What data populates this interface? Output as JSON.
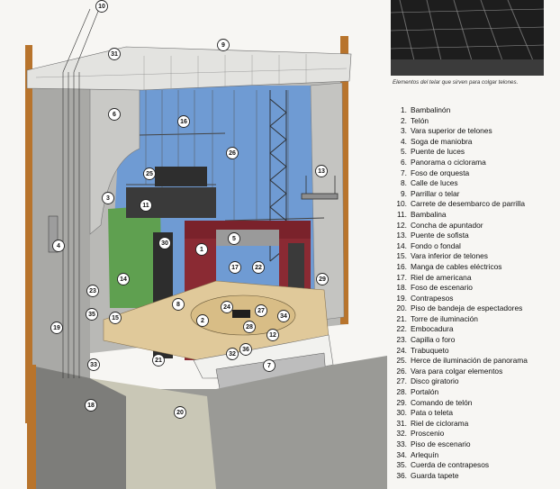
{
  "caption": "Elementos del telar que sirven para colgar telones.",
  "legend": [
    {
      "num": "1.",
      "label": "Bambalinón"
    },
    {
      "num": "2.",
      "label": "Telón"
    },
    {
      "num": "3.",
      "label": "Vara superior de telones"
    },
    {
      "num": "4.",
      "label": "Soga de maniobra"
    },
    {
      "num": "5.",
      "label": "Puente de luces"
    },
    {
      "num": "6.",
      "label": "Panorama o ciclorama"
    },
    {
      "num": "7.",
      "label": "Foso de orquesta"
    },
    {
      "num": "8.",
      "label": "Calle de luces"
    },
    {
      "num": "9.",
      "label": "Parrillar o telar"
    },
    {
      "num": "10.",
      "label": "Carrete de desembarco de parrilla"
    },
    {
      "num": "11.",
      "label": "Bambalina"
    },
    {
      "num": "12.",
      "label": "Concha de apuntador"
    },
    {
      "num": "13.",
      "label": "Puente de sofista"
    },
    {
      "num": "14.",
      "label": "Fondo o fondal"
    },
    {
      "num": "15.",
      "label": "Vara inferior de telones"
    },
    {
      "num": "16.",
      "label": "Manga de cables eléctricos"
    },
    {
      "num": "17.",
      "label": "Riel de americana"
    },
    {
      "num": "18.",
      "label": "Foso de escenario"
    },
    {
      "num": "19.",
      "label": "Contrapesos"
    },
    {
      "num": "20.",
      "label": "Piso de bandeja de espectadores"
    },
    {
      "num": "21.",
      "label": "Torre de iluminación"
    },
    {
      "num": "22.",
      "label": "Embocadura"
    },
    {
      "num": "23.",
      "label": "Capilla o foro"
    },
    {
      "num": "24.",
      "label": "Trabuqueto"
    },
    {
      "num": "25.",
      "label": "Herce de iluminación de panorama"
    },
    {
      "num": "26.",
      "label": "Vara para colgar elementos"
    },
    {
      "num": "27.",
      "label": "Disco giratorio"
    },
    {
      "num": "28.",
      "label": "Portalón"
    },
    {
      "num": "29.",
      "label": "Comando de telón"
    },
    {
      "num": "30.",
      "label": "Pata o teleta"
    },
    {
      "num": "31.",
      "label": "Riel de ciclorama"
    },
    {
      "num": "32.",
      "label": "Proscenio"
    },
    {
      "num": "33.",
      "label": "Piso de escenario"
    },
    {
      "num": "34.",
      "label": "Arlequín"
    },
    {
      "num": "35.",
      "label": "Cuerda de contrapesos"
    },
    {
      "num": "36.",
      "label": "Guarda tapete"
    }
  ],
  "callouts": [
    "10",
    "9",
    "31",
    "6",
    "16",
    "26",
    "25",
    "13",
    "3",
    "11",
    "4",
    "30",
    "1",
    "5",
    "17",
    "22",
    "14",
    "29",
    "23",
    "35",
    "15",
    "8",
    "2",
    "24",
    "27",
    "34",
    "19",
    "28",
    "12",
    "32",
    "36",
    "33",
    "21",
    "7",
    "18",
    "20"
  ],
  "colors": {
    "backdrop_blue": "#6f9bd3",
    "cyclorama_green": "#5fa050",
    "curtain_red": "#8a2a33",
    "stage_floor": "#e0c99a",
    "wall_brown": "#b8742c",
    "structure_grey": "#8e8e8e"
  }
}
